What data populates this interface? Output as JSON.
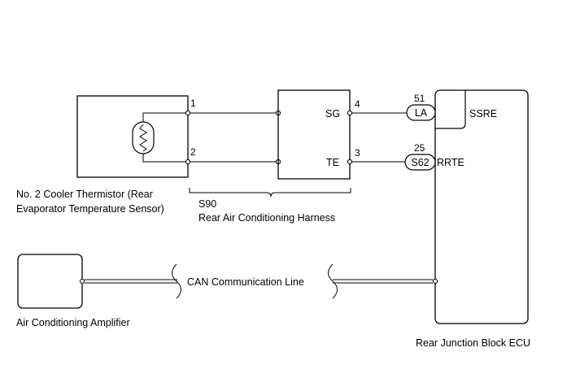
{
  "thermistor": {
    "label_line1": "No. 2 Cooler Thermistor (Rear",
    "label_line2": "Evaporator Temperature Sensor)",
    "pin1": "1",
    "pin2": "2"
  },
  "harness": {
    "code": "S90",
    "name": "Rear Air Conditioning Harness",
    "pin_sg_label": "SG",
    "pin_sg_num": "4",
    "pin_te_label": "TE",
    "pin_te_num": "3"
  },
  "ecu": {
    "name": "Rear Junction Block ECU",
    "conn_top_pin": "51",
    "conn_top_code": "LA",
    "signal_top": "SSRE",
    "conn_bottom_pin": "25",
    "conn_bottom_code": "S62",
    "signal_bottom": "RRTE"
  },
  "amplifier": {
    "name": "Air Conditioning Amplifier"
  },
  "can_line": {
    "label": "CAN Communication Line"
  }
}
